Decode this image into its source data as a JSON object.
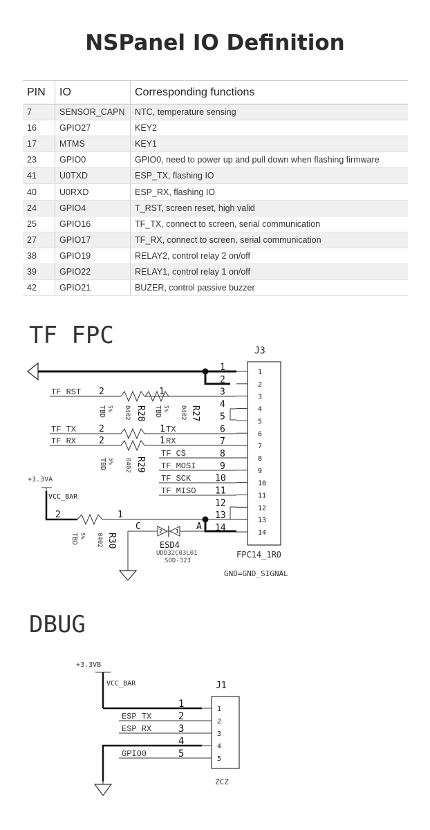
{
  "title": "NSPanel IO Definition",
  "table": {
    "headers": [
      "PIN",
      "IO",
      "Corresponding functions"
    ],
    "rows": [
      [
        "7",
        "SENSOR_CAPN",
        "NTC, temperature sensing"
      ],
      [
        "16",
        "GPIO27",
        "KEY2"
      ],
      [
        "17",
        "MTMS",
        "KEY1"
      ],
      [
        "23",
        "GPIO0",
        "GPIO0, need to power up and pull down when flashing firmware"
      ],
      [
        "41",
        "U0TXD",
        "ESP_TX, flashing IO"
      ],
      [
        "40",
        "U0RXD",
        "ESP_RX, flashing IO"
      ],
      [
        "24",
        "GPIO4",
        "T_RST, screen reset, high valid"
      ],
      [
        "25",
        "GPIO16",
        "TF_TX, connect to screen, serial communication"
      ],
      [
        "27",
        "GPIO17",
        "TF_RX, connect to screen, serial communication"
      ],
      [
        "38",
        "GPIO19",
        "RELAY2, control relay 2 on/off"
      ],
      [
        "39",
        "GPIO22",
        "RELAY1, control relay 1 on/off"
      ],
      [
        "42",
        "GPIO21",
        "BUZER, control passive buzzer"
      ]
    ]
  },
  "tf_fpc": {
    "heading": "TF FPC",
    "connector": "J3",
    "part": "FPC14_1R0",
    "gnd_note": "GND=GND_SIGNAL",
    "pins": [
      "1",
      "2",
      "3",
      "4",
      "5",
      "6",
      "7",
      "8",
      "9",
      "10",
      "11",
      "12",
      "13",
      "14"
    ],
    "wire_numbers": [
      "1",
      "2",
      "3",
      "4",
      "5",
      "6",
      "7",
      "8",
      "9",
      "10",
      "11",
      "12",
      "13",
      "14"
    ],
    "nets": {
      "tf_rst": "TF RST",
      "tf_tx": "TF TX",
      "tf_rx": "TF RX",
      "tf_cs": "TF CS",
      "tf_mosi": "TF MOSI",
      "tf_sck": "TF SCK",
      "tf_miso": "TF MISO",
      "tx": "TX",
      "rx": "RX"
    },
    "power": "+3.3VA",
    "vcc": "VCC_BAR",
    "resistors": {
      "r28": "R28",
      "r27": "R27",
      "r29": "R29",
      "r30": "R30",
      "size": "0402",
      "value": "TBD",
      "tol": "5%"
    },
    "pin_marks": {
      "one": "1",
      "two": "2"
    },
    "esd": {
      "ref": "ESD4",
      "part": "UDD32C03L01",
      "pkg": "SOD-323",
      "c": "C",
      "a": "A",
      "p2": "2",
      "p1": "1"
    }
  },
  "dbug": {
    "heading": "DBUG",
    "connector": "J1",
    "part": "ZCZ",
    "power": "+3.3VB",
    "vcc": "VCC_BAR",
    "pins": [
      "1",
      "2",
      "3",
      "4",
      "5"
    ],
    "wire_numbers": [
      "1",
      "2",
      "3",
      "4",
      "5"
    ],
    "nets": {
      "esp_tx": "ESP TX",
      "esp_rx": "ESP RX",
      "gpio0": "GPIO0"
    }
  }
}
